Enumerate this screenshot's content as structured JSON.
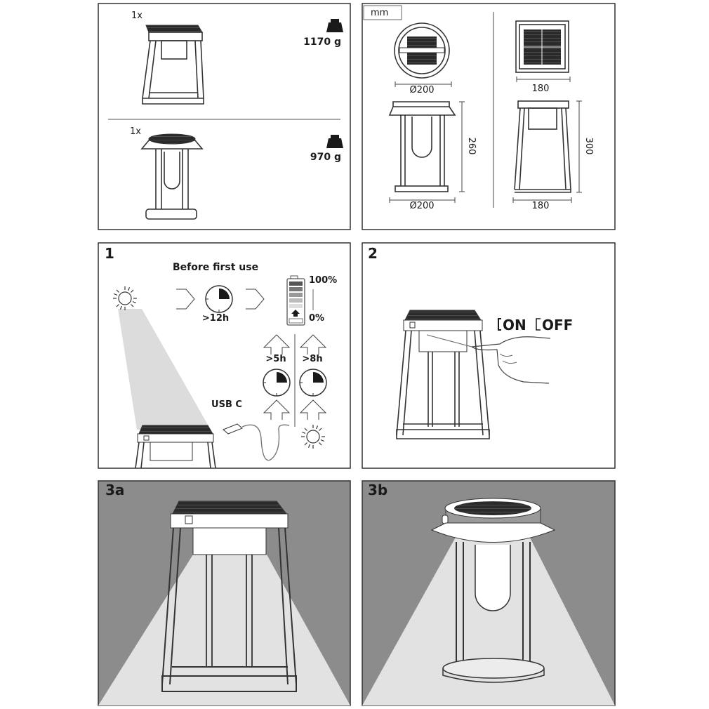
{
  "colors": {
    "frame": "#333333",
    "night_bg": "#8c8c8c",
    "beam": "#e2e2e2",
    "dark": "#1a1a1a"
  },
  "panel_contents": {
    "quantity_1": "1x",
    "weight_1": "1170 g",
    "quantity_2": "1x",
    "weight_2": "970 g",
    "weight_icon": "weight-icon"
  },
  "panel_dimensions": {
    "unit": "mm",
    "round_top_diameter": "Ø200",
    "round_height": "260",
    "round_base_diameter": "Ø200",
    "square_top_width": "180",
    "square_height": "300",
    "square_base_width": "180"
  },
  "panel_step1": {
    "step": "1",
    "title": "Before first use",
    "duration_first": ">12h",
    "battery_full": "100%",
    "battery_empty": "0%",
    "duration_usb": ">5h",
    "duration_sun": ">8h",
    "usb_label": "USB C"
  },
  "panel_step2": {
    "step": "2",
    "on_label": "ON",
    "off_label": "OFF"
  },
  "panel_step3a": {
    "step": "3a"
  },
  "panel_step3b": {
    "step": "3b"
  }
}
